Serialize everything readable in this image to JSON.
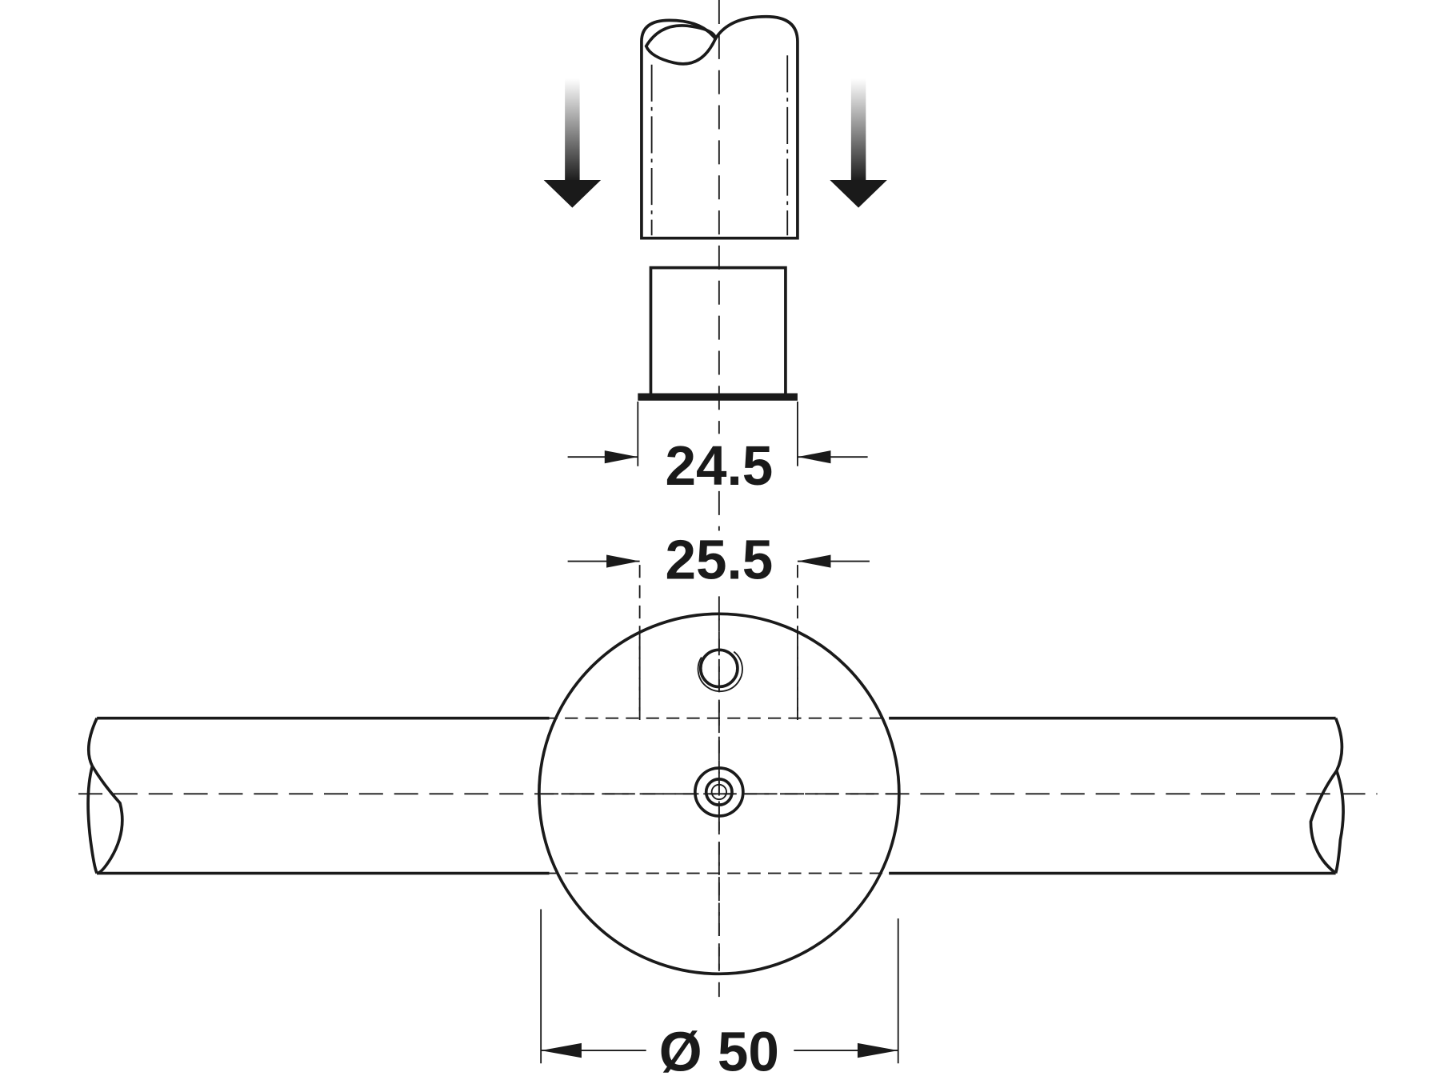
{
  "drawing": {
    "dimensions": {
      "sleeve_outer": "24.5",
      "tube_inner": "25.5",
      "flange_diameter": "Ø 50"
    },
    "colors": {
      "line": "#1a1a1a",
      "background": "#ffffff"
    }
  }
}
